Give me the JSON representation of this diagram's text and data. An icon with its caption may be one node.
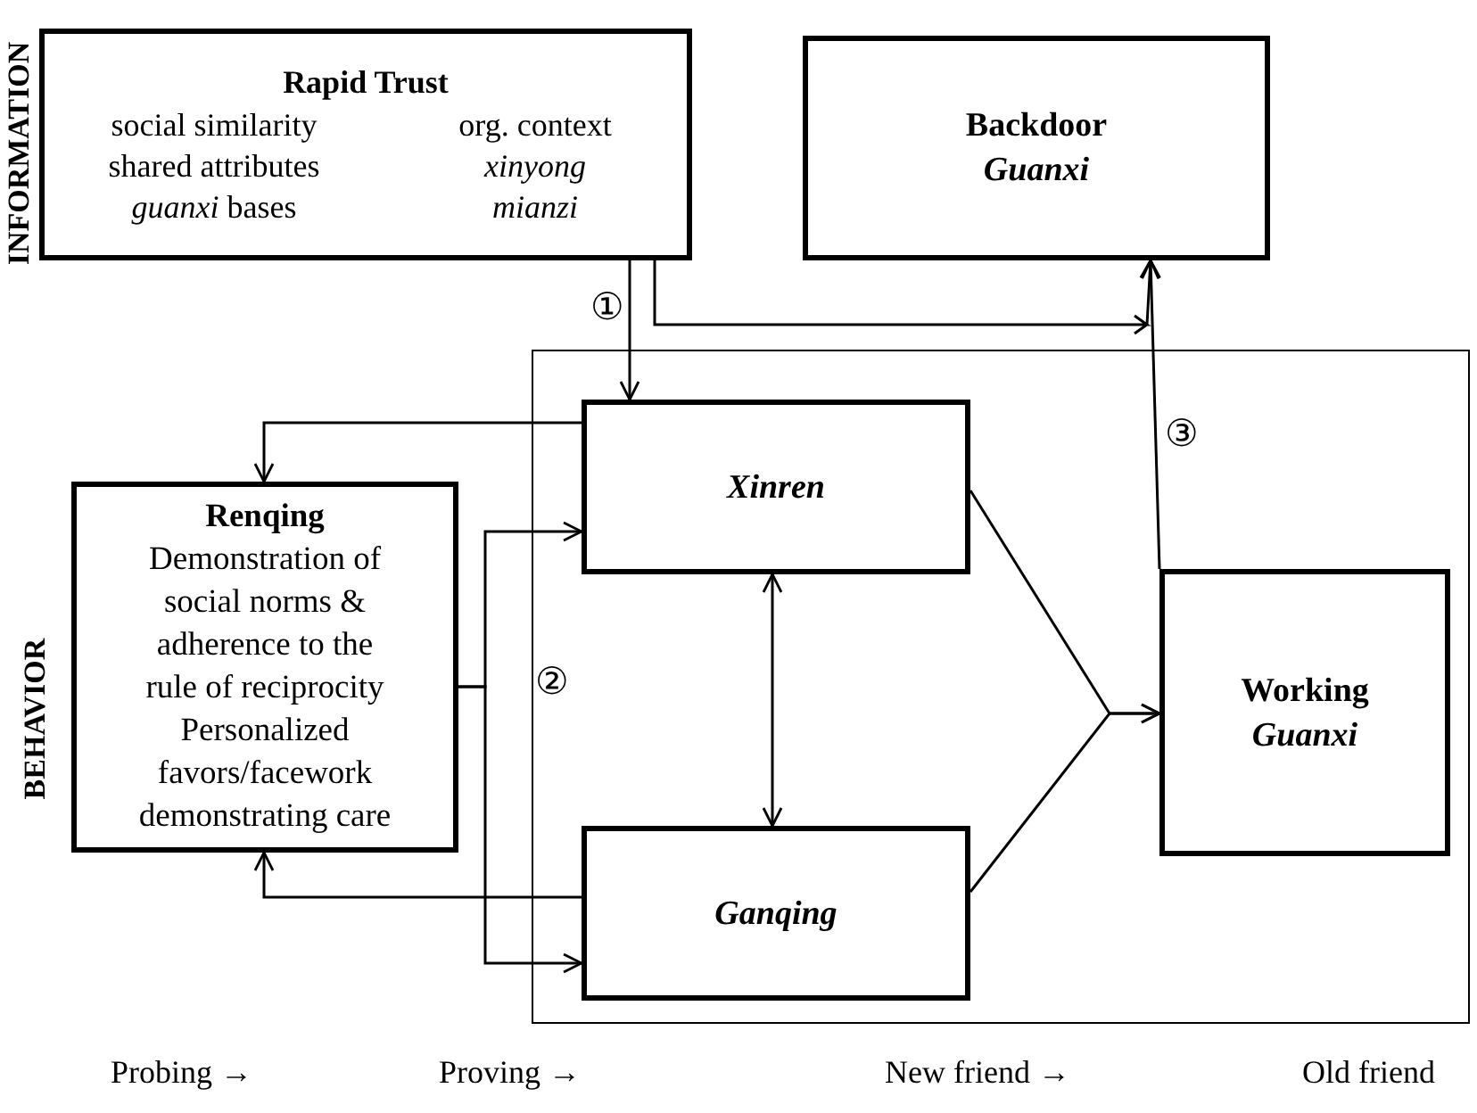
{
  "diagram": {
    "nodes": [
      {
        "text": [
          "Rapid Trust",
          "social similarity",
          "org. context",
          "shared attributes",
          "xinyong",
          "*guanxi* bases",
          "mianzi"
        ]
      },
      {
        "text": [
          "Backdoor *Guanxi*"
        ]
      },
      {
        "text": [],
        "shape": "box"
      },
      {
        "text": [
          "Renqing",
          "Demonstration of social norms & adherence to the rule of reciprocity",
          "Personalized favors/facework demonstrating care"
        ]
      },
      {
        "text": [
          "Xinren"
        ],
        "in": 2
      },
      {
        "text": [
          "Ganqing"
        ],
        "in": 2
      },
      {
        "text": [
          "Working *Guanxi*"
        ],
        "in": 2
      }
    ],
    "edges": [
      {
        "from": 0,
        "to": 4,
        "arrow": "to",
        "label": "①"
      },
      {
        "from": 0,
        "to": 1,
        "arrow": "to"
      },
      {
        "from": 4,
        "to": 3,
        "arrow": "to"
      },
      {
        "from": 5,
        "to": 3,
        "arrow": "to"
      },
      {
        "from": 3,
        "to": 4,
        "arrow": "to"
      },
      {
        "from": 3,
        "to": 5,
        "arrow": "to"
      },
      {
        "from": 4,
        "to": 5,
        "arrow": "both"
      },
      {
        "from": 4,
        "to": 6,
        "arrow": "to"
      },
      {
        "from": 5,
        "to": 6,
        "arrow": "to"
      },
      {
        "from": 6,
        "to": 1,
        "arrow": "to",
        "label": "③"
      }
    ],
    "labels": [
      "INFORMATION",
      "BEHAVIOR",
      "②",
      "Probing →",
      "Proving →",
      "New friend →",
      "Old friend"
    ]
  }
}
